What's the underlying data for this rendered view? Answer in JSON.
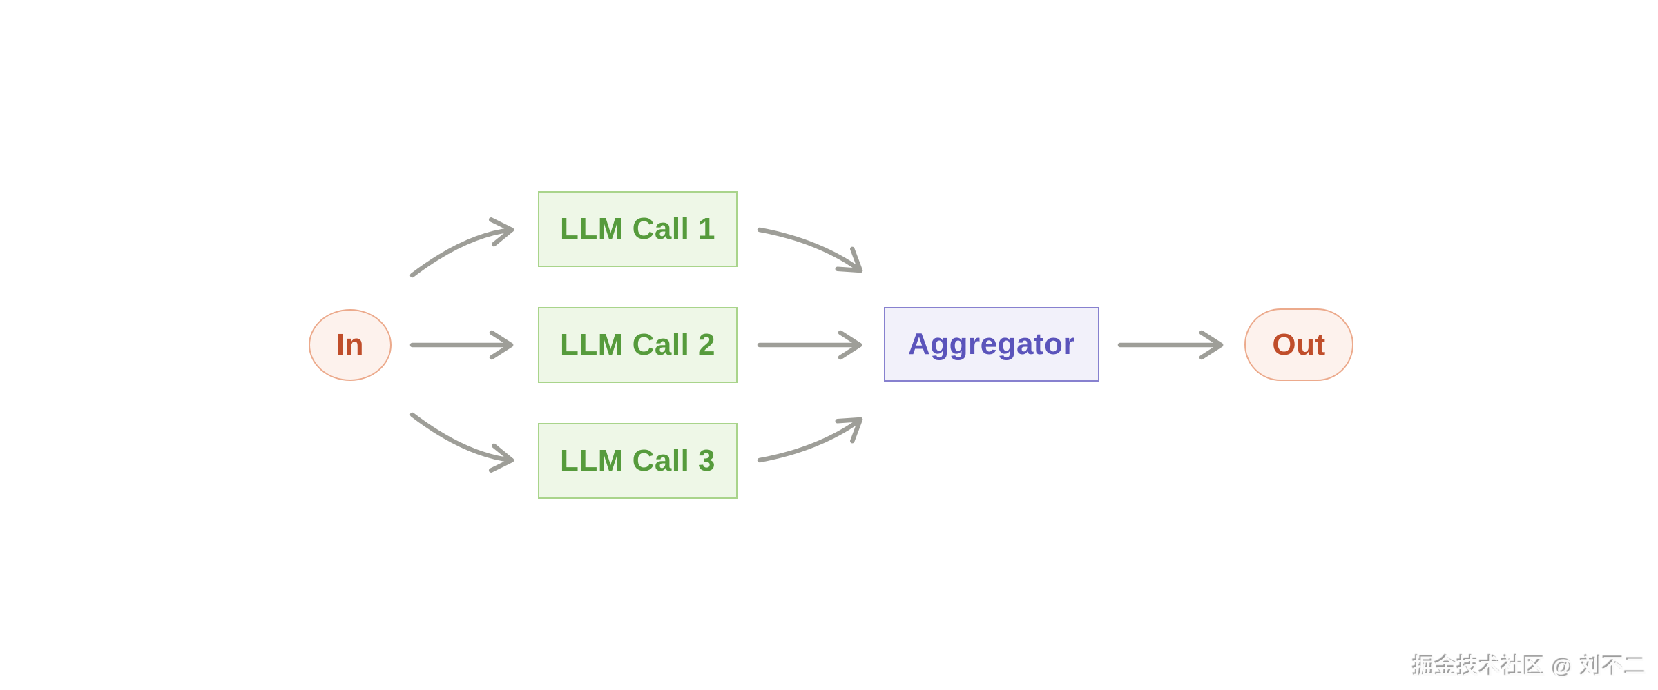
{
  "diagram": {
    "nodes": {
      "input": {
        "label": "In",
        "shape": "circle",
        "theme": "orange"
      },
      "llm_call_1": {
        "label": "LLM Call 1",
        "shape": "rect",
        "theme": "green"
      },
      "llm_call_2": {
        "label": "LLM Call 2",
        "shape": "rect",
        "theme": "green"
      },
      "llm_call_3": {
        "label": "LLM Call 3",
        "shape": "rect",
        "theme": "green"
      },
      "aggregator": {
        "label": "Aggregator",
        "shape": "rect",
        "theme": "purple"
      },
      "output": {
        "label": "Out",
        "shape": "pill",
        "theme": "orange"
      }
    },
    "edges": [
      {
        "from": "input",
        "to": "llm_call_1",
        "style": "curved-up"
      },
      {
        "from": "input",
        "to": "llm_call_2",
        "style": "straight"
      },
      {
        "from": "input",
        "to": "llm_call_3",
        "style": "curved-down"
      },
      {
        "from": "llm_call_1",
        "to": "aggregator",
        "style": "curved-down"
      },
      {
        "from": "llm_call_2",
        "to": "aggregator",
        "style": "straight"
      },
      {
        "from": "llm_call_3",
        "to": "aggregator",
        "style": "curved-up"
      },
      {
        "from": "aggregator",
        "to": "output",
        "style": "straight"
      }
    ]
  },
  "watermark": {
    "text": "掘金技术社区 @ 刘不二"
  },
  "colors": {
    "background": "#ffffff",
    "arrow": "#9e9e98",
    "green_border": "#a9d48b",
    "green_fill": "#eef7e7",
    "green_text": "#569b3c",
    "purple_border": "#8781cf",
    "purple_fill": "#f2f1fa",
    "purple_text": "#5b54bb",
    "orange_border": "#ecaa8c",
    "orange_fill": "#fdf2ed",
    "orange_text": "#c04e2b"
  }
}
